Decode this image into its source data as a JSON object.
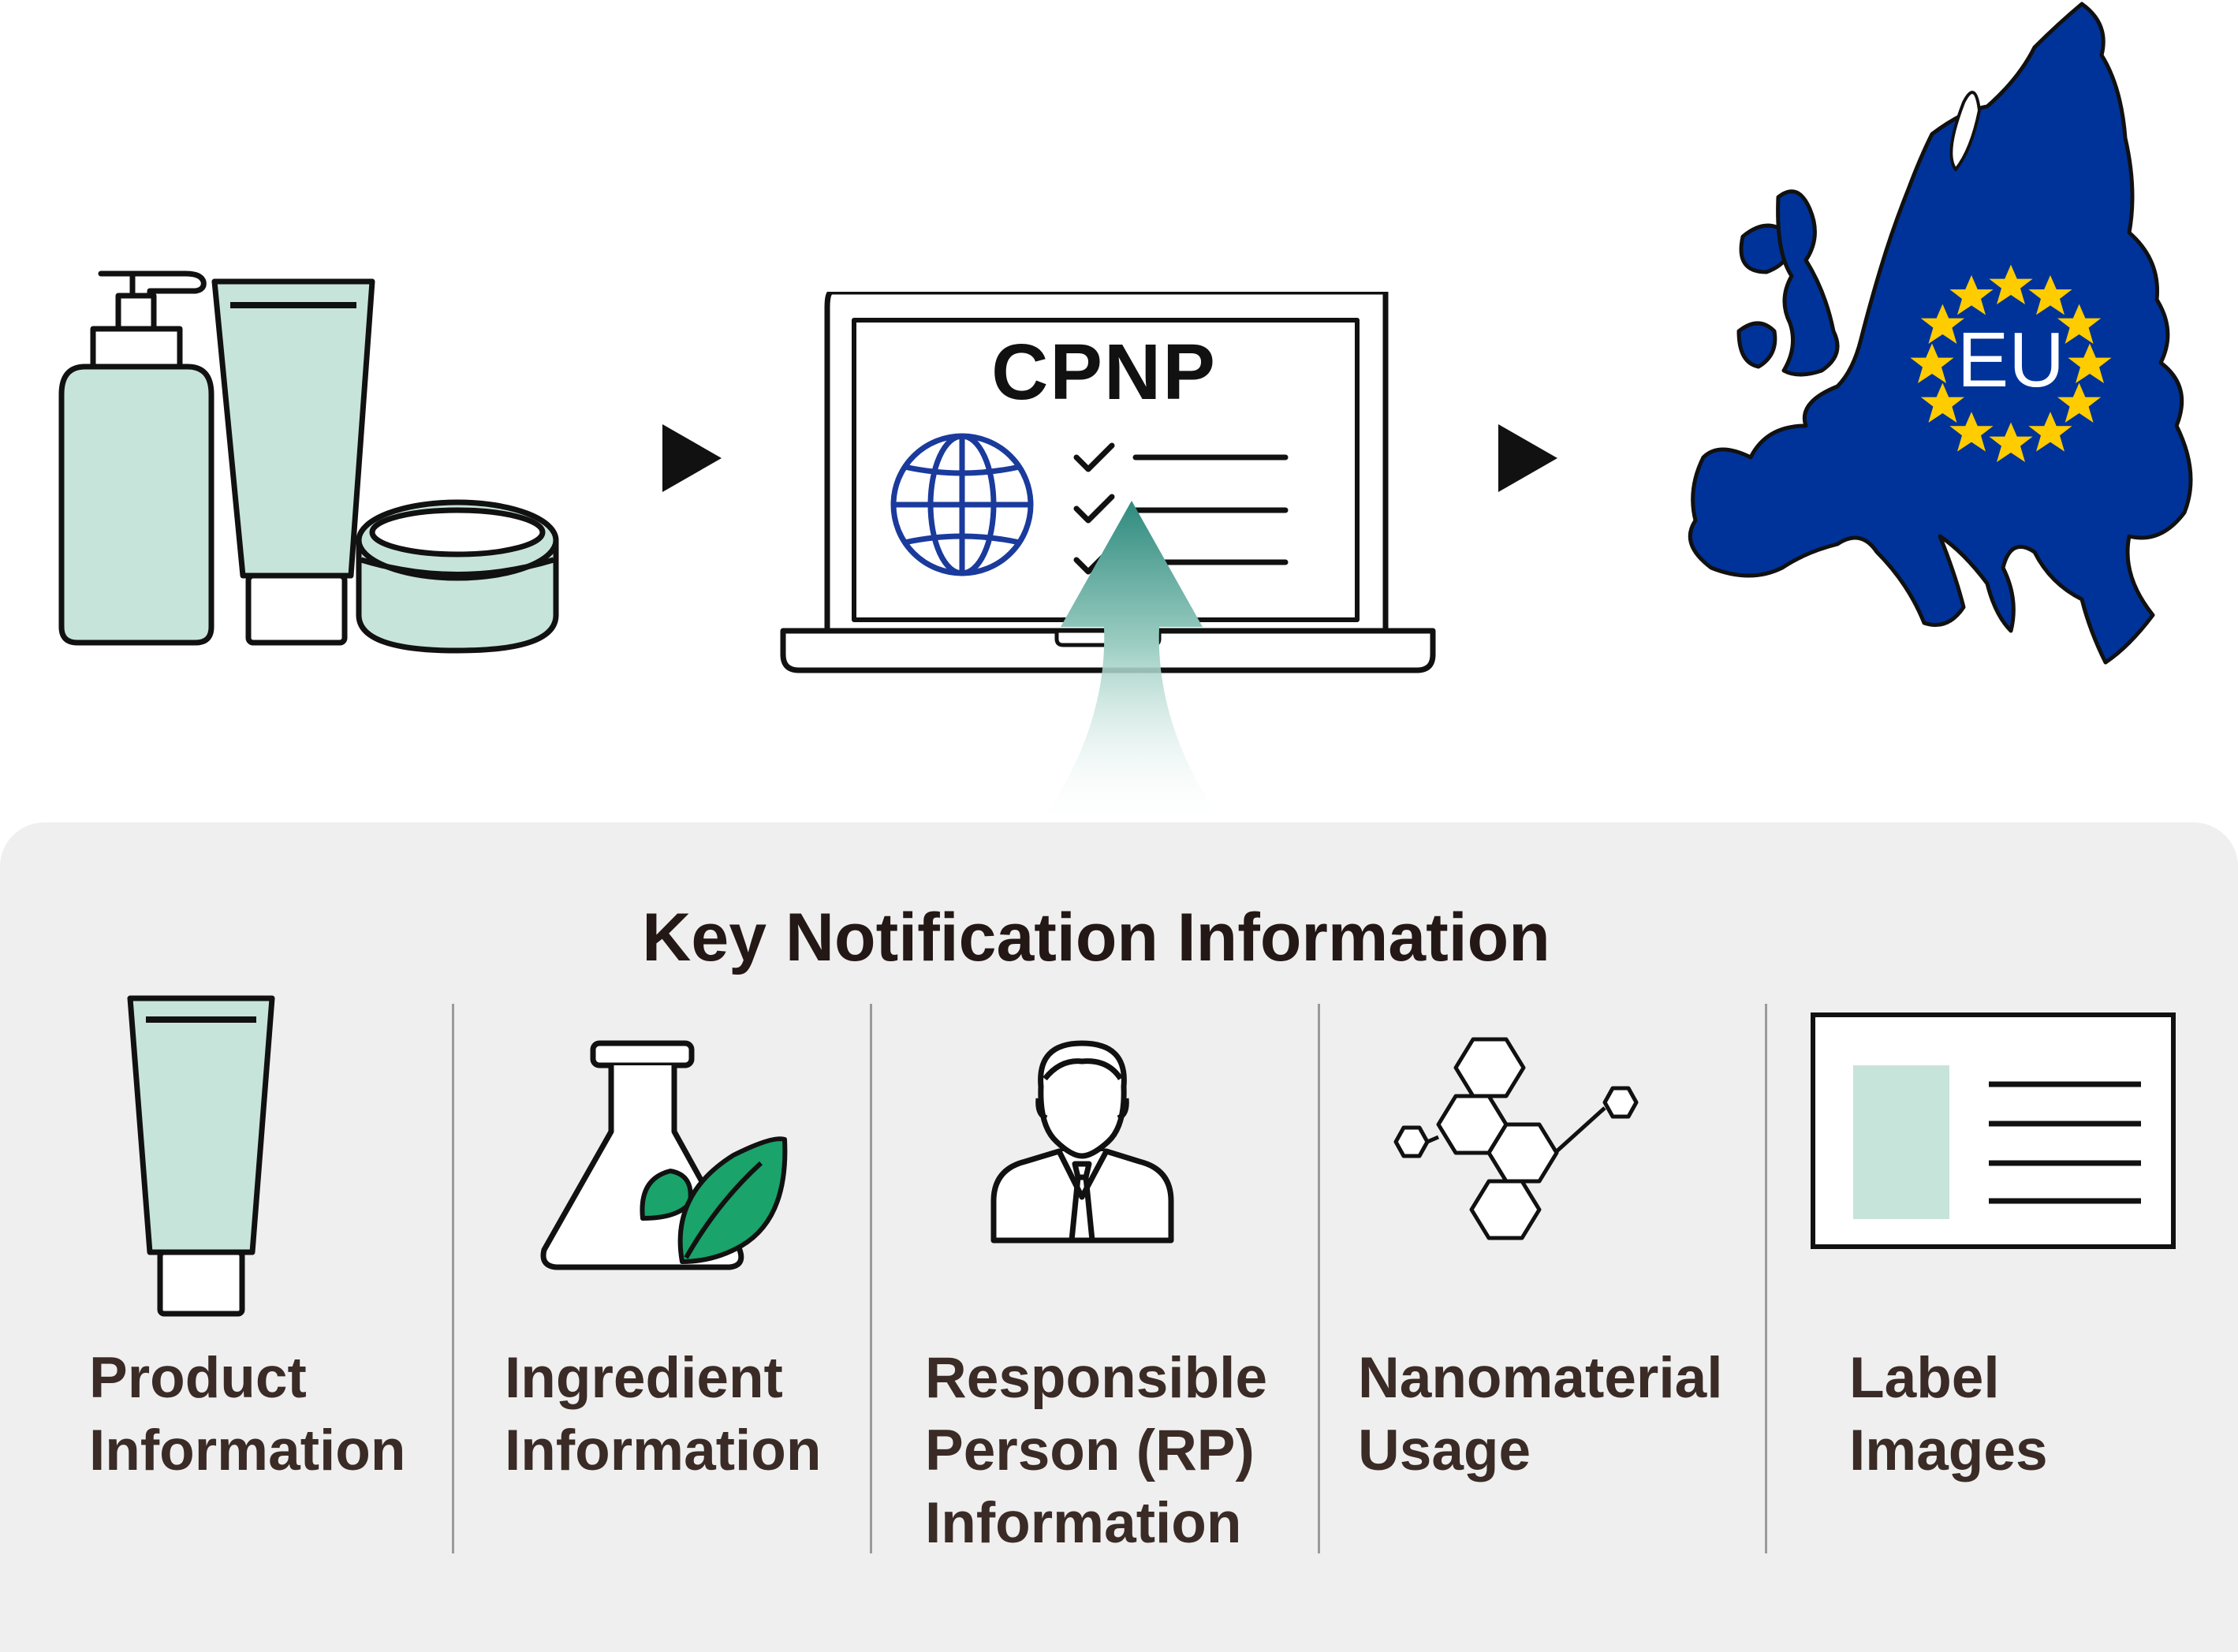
{
  "colors": {
    "mint": "#c7e4da",
    "outline": "#111111",
    "eu_blue": "#003399",
    "eu_star": "#ffcc00",
    "leaf_green": "#1aa36b",
    "arrow_teal": "#2e8a7e",
    "panel_bg": "#efefef"
  },
  "flow": {
    "cpnp_label": "CPNP",
    "eu_label": "EU"
  },
  "panel": {
    "title": "Key Notification Information",
    "items": [
      {
        "icon": "tube-icon",
        "lines": [
          "Product",
          "Information"
        ]
      },
      {
        "icon": "flask-leaf-icon",
        "lines": [
          "Ingredient",
          "Information"
        ]
      },
      {
        "icon": "person-icon",
        "lines": [
          "Responsible",
          "Person (RP)",
          "Information"
        ]
      },
      {
        "icon": "molecule-icon",
        "lines": [
          "Nanomaterial",
          "Usage"
        ]
      },
      {
        "icon": "label-card-icon",
        "lines": [
          "Label",
          "Images"
        ]
      }
    ]
  }
}
